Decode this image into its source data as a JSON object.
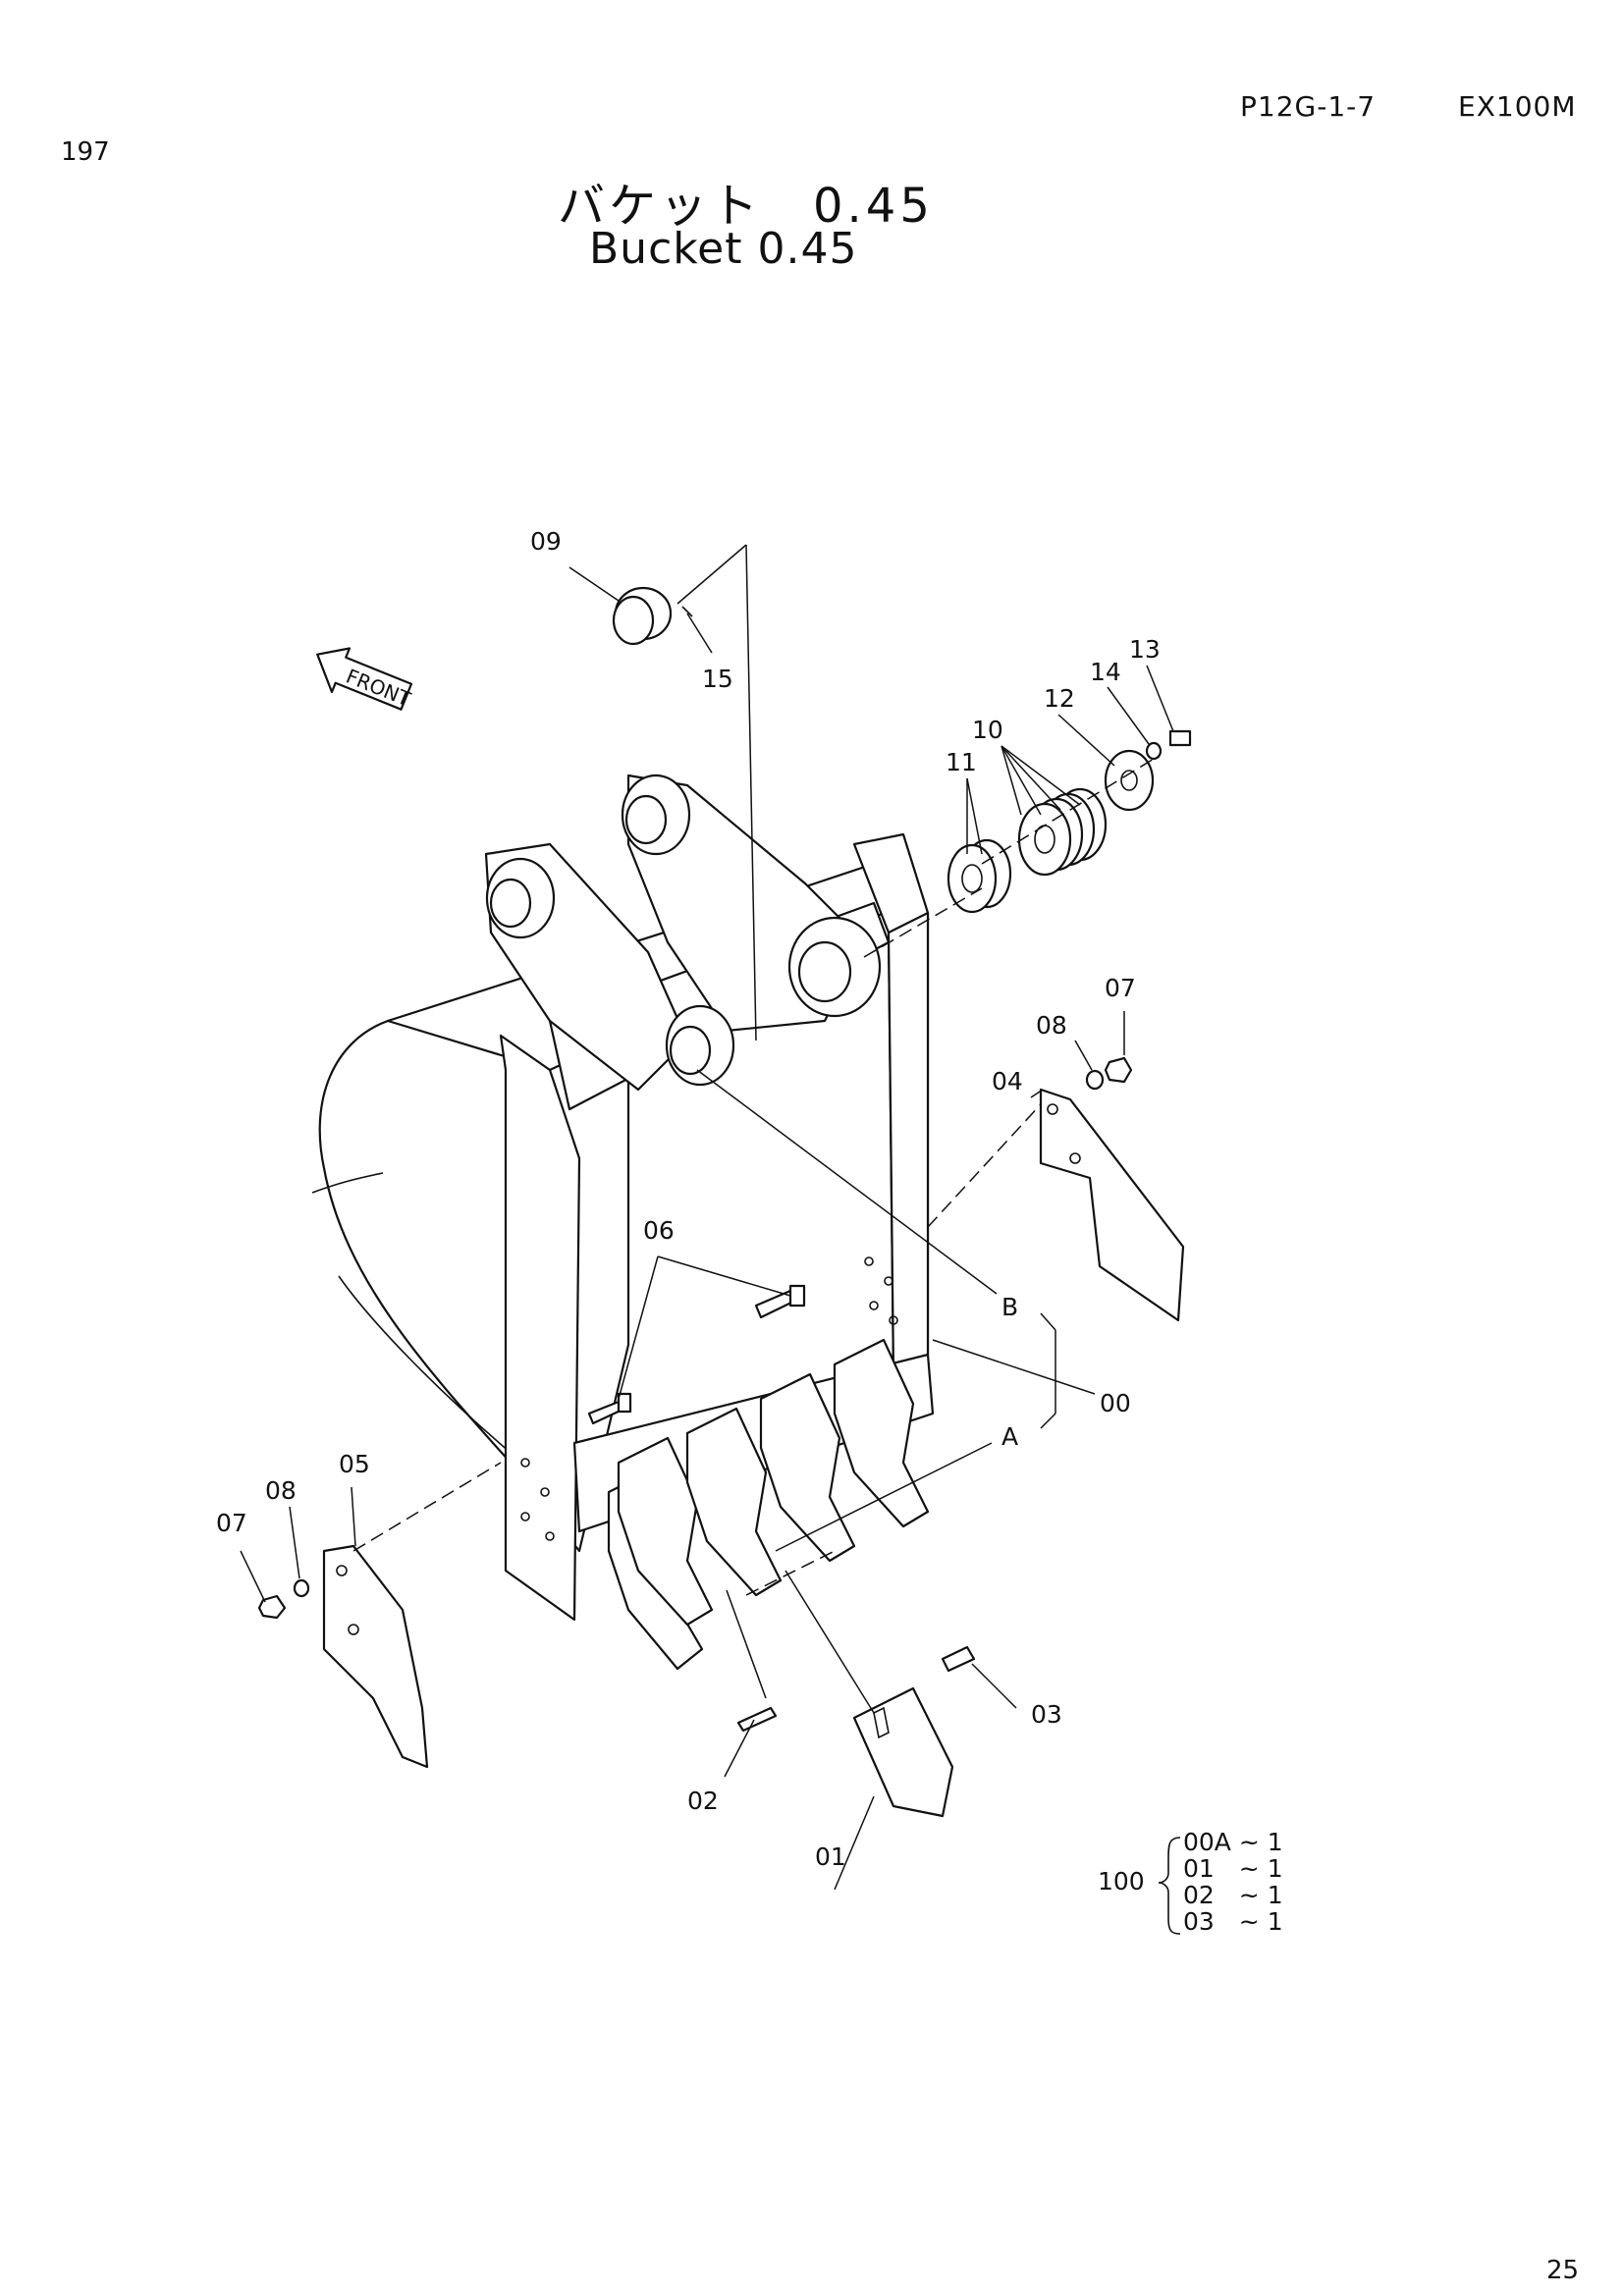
{
  "header": {
    "page_number": "197",
    "doc_code": "P12G-1-7",
    "model": "EX100M",
    "title_jp": "バケット　0.45",
    "title_en": "Bucket 0.45",
    "corner_number": "25"
  },
  "diagram": {
    "front_arrow": "FRONT",
    "callouts": {
      "c00": "00",
      "c01": "01",
      "c02": "02",
      "c03": "03",
      "c04": "04",
      "c05": "05",
      "c06": "06",
      "c07a": "07",
      "c07b": "07",
      "c08a": "08",
      "c08b": "08",
      "c09": "09",
      "c10": "10",
      "c11": "11",
      "c12": "12",
      "c13": "13",
      "c14": "14",
      "c15": "15",
      "cA": "A",
      "cB": "B"
    },
    "assembly": {
      "number": "100",
      "items": [
        "00A ~ 1",
        "01　~ 1",
        "02　~ 1",
        "03　~ 1"
      ]
    }
  }
}
